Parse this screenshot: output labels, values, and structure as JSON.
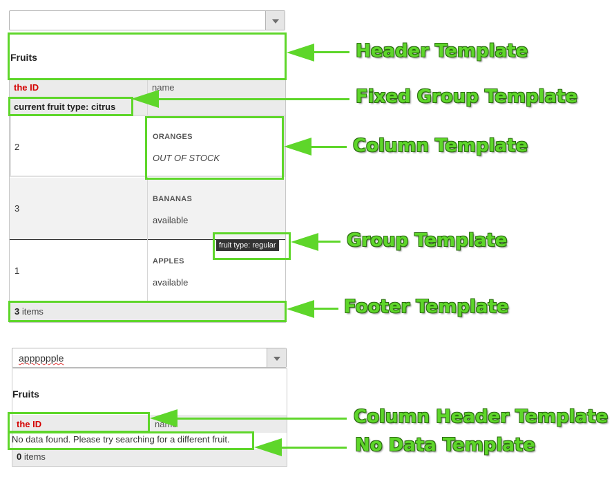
{
  "top": {
    "combo_value": "",
    "header_title": "Fruits",
    "col_id": "the ID",
    "col_name": "name",
    "fixed_group": "current fruit type: citrus",
    "rows": [
      {
        "id": "2",
        "name": "ORANGES",
        "status": "OUT OF STOCK"
      },
      {
        "id": "3",
        "name": "BANANAS",
        "status": "available"
      },
      {
        "id": "1",
        "name": "APPLES",
        "status": "available"
      }
    ],
    "group_tag": "fruit type: regular",
    "footer_count": "3",
    "footer_label": " items"
  },
  "bottom": {
    "combo_value": "apppppple",
    "header_title": "Fruits",
    "col_id": "the ID",
    "col_name": "name",
    "no_data": "No data found. Please try searching for a different fruit.",
    "footer_count": "0",
    "footer_label": " items"
  },
  "callouts": {
    "header": "Header Template",
    "fixed_group": "Fixed Group Template",
    "column": "Column Template",
    "group": "Group Template",
    "footer": "Footer Template",
    "column_header": "Column Header Template",
    "no_data": "No Data Template"
  },
  "colors": {
    "highlight": "#5ed62a",
    "id_header": "#d40000"
  },
  "icons": {
    "dropdown": "chevron-down-icon"
  }
}
